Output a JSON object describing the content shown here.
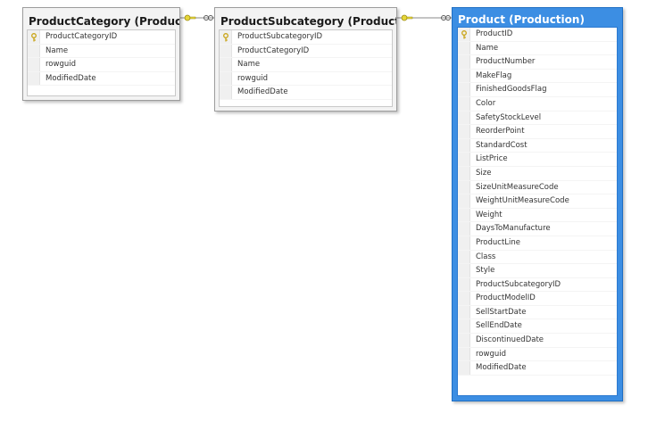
{
  "colors": {
    "selected_header": "#3c8ee3",
    "relationship_line": "#8a8a8a",
    "key_icon": "#c9a416"
  },
  "tables": [
    {
      "id": "productcategory",
      "title": "ProductCategory (Production)",
      "selected": false,
      "columns": [
        {
          "name": "ProductCategoryID",
          "primary_key": true
        },
        {
          "name": "Name",
          "primary_key": false
        },
        {
          "name": "rowguid",
          "primary_key": false
        },
        {
          "name": "ModifiedDate",
          "primary_key": false
        }
      ]
    },
    {
      "id": "productsubcategory",
      "title": "ProductSubcategory (Production)",
      "selected": false,
      "columns": [
        {
          "name": "ProductSubcategoryID",
          "primary_key": true
        },
        {
          "name": "ProductCategoryID",
          "primary_key": false
        },
        {
          "name": "Name",
          "primary_key": false
        },
        {
          "name": "rowguid",
          "primary_key": false
        },
        {
          "name": "ModifiedDate",
          "primary_key": false
        }
      ]
    },
    {
      "id": "product",
      "title": "Product (Production)",
      "selected": true,
      "columns": [
        {
          "name": "ProductID",
          "primary_key": true
        },
        {
          "name": "Name",
          "primary_key": false
        },
        {
          "name": "ProductNumber",
          "primary_key": false
        },
        {
          "name": "MakeFlag",
          "primary_key": false
        },
        {
          "name": "FinishedGoodsFlag",
          "primary_key": false
        },
        {
          "name": "Color",
          "primary_key": false
        },
        {
          "name": "SafetyStockLevel",
          "primary_key": false
        },
        {
          "name": "ReorderPoint",
          "primary_key": false
        },
        {
          "name": "StandardCost",
          "primary_key": false
        },
        {
          "name": "ListPrice",
          "primary_key": false
        },
        {
          "name": "Size",
          "primary_key": false
        },
        {
          "name": "SizeUnitMeasureCode",
          "primary_key": false
        },
        {
          "name": "WeightUnitMeasureCode",
          "primary_key": false
        },
        {
          "name": "Weight",
          "primary_key": false
        },
        {
          "name": "DaysToManufacture",
          "primary_key": false
        },
        {
          "name": "ProductLine",
          "primary_key": false
        },
        {
          "name": "Class",
          "primary_key": false
        },
        {
          "name": "Style",
          "primary_key": false
        },
        {
          "name": "ProductSubcategoryID",
          "primary_key": false
        },
        {
          "name": "ProductModelID",
          "primary_key": false
        },
        {
          "name": "SellStartDate",
          "primary_key": false
        },
        {
          "name": "SellEndDate",
          "primary_key": false
        },
        {
          "name": "DiscontinuedDate",
          "primary_key": false
        },
        {
          "name": "rowguid",
          "primary_key": false
        },
        {
          "name": "ModifiedDate",
          "primary_key": false
        }
      ]
    }
  ],
  "relationships": [
    {
      "from": "productcategory",
      "to": "productsubcategory",
      "from_end": "one-key",
      "to_end": "many-infinity"
    },
    {
      "from": "productsubcategory",
      "to": "product",
      "from_end": "one-key",
      "to_end": "many-infinity"
    }
  ]
}
